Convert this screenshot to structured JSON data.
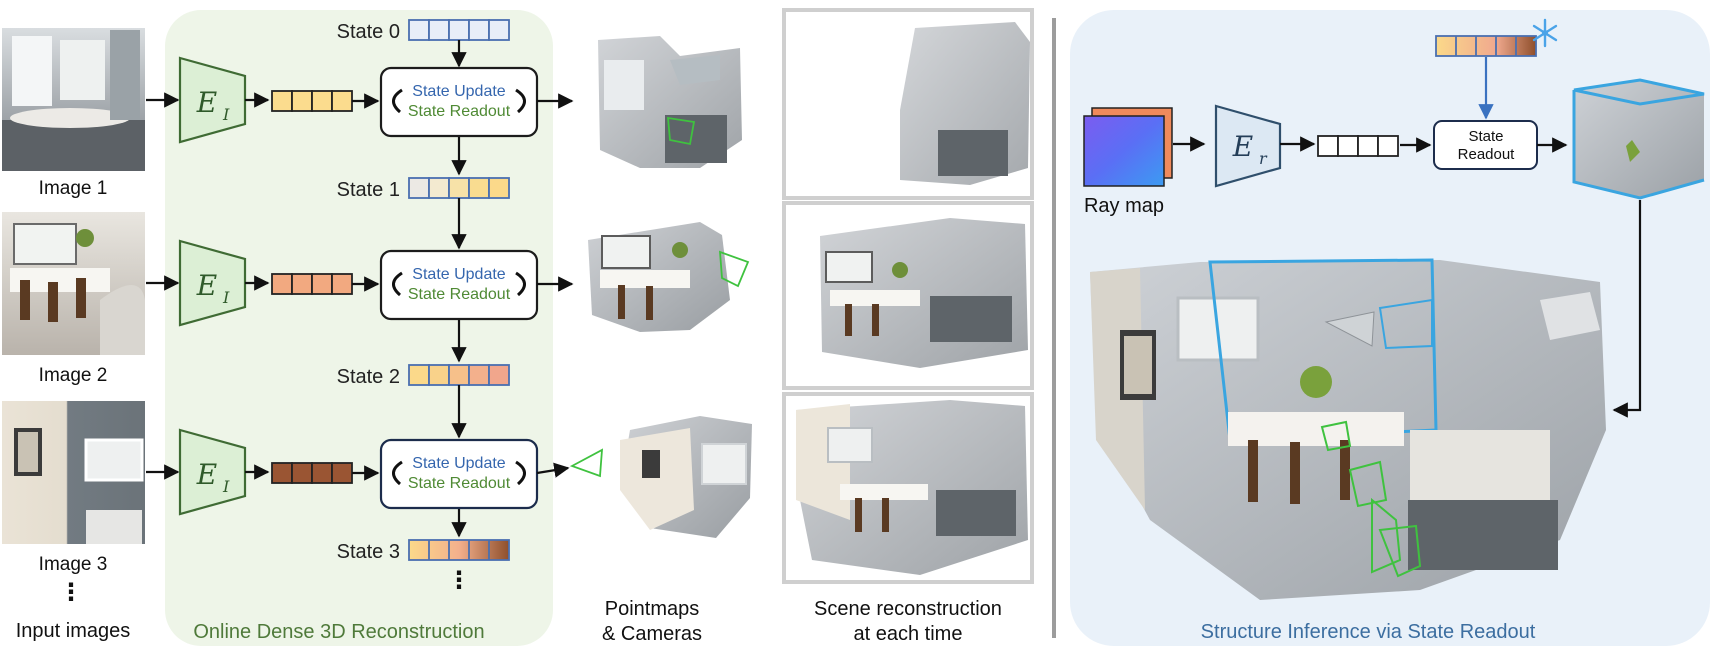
{
  "left": {
    "images": [
      {
        "label": "Image 1",
        "scene": "kitchen-photo"
      },
      {
        "label": "Image 2",
        "scene": "dining-photo"
      },
      {
        "label": "Image 3",
        "scene": "wall-photo"
      }
    ],
    "input_images_label": "Input images",
    "more_dots": "⋮",
    "encoder_label": "E",
    "encoder_sub": "I",
    "states": [
      "State 0",
      "State 1",
      "State 2",
      "State 3"
    ],
    "state_update": "State Update",
    "state_readout": "State Readout",
    "panel_title": "Online Dense 3D Reconstruction",
    "pointmaps_line1": "Pointmaps",
    "pointmaps_line2": "& Cameras",
    "scene_line1": "Scene reconstruction",
    "scene_line2": "at each time"
  },
  "right": {
    "ray_map_label": "Ray map",
    "encoder_label": "E",
    "encoder_sub": "r",
    "readout_line1": "State",
    "readout_line2": "Readout",
    "panel_title": "Structure Inference via State Readout",
    "frozen_icon": "snowflake-icon"
  },
  "colors": {
    "encoder_fill": "#dcefd5",
    "encoder_stroke": "#3f6b34",
    "left_panel": "#eef5e8",
    "right_panel": "#e9f1f9",
    "state_blue": "#4a6fb0",
    "state_update_text": "#3566ae",
    "state_readout_text": "#4f8a34",
    "token_img1": "#fbdc8e",
    "token_img2": "#f2a980",
    "token_img3": "#9a5533",
    "panel_title_left": "#4f7a3a",
    "panel_title_right": "#3c6ea0"
  }
}
